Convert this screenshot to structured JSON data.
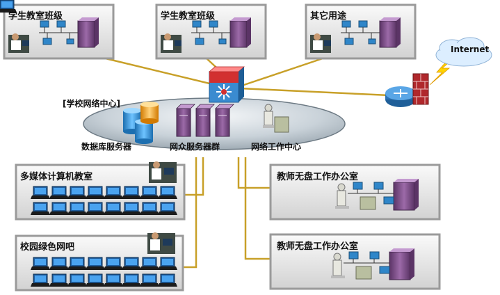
{
  "network_center_label": "[学校网络中心]",
  "nodes": {
    "classroom1": "学生教室班级",
    "classroom2": "学生教室班级",
    "other_use": "其它用途",
    "multimedia_lab": "多媒体计算机教室",
    "internet_cafe": "校园绿色网吧",
    "teacher_office1": "教师无盘工作办公室",
    "teacher_office2": "教师无盘工作办公室",
    "internet": "Internet"
  },
  "center": {
    "db_servers": "数据库服务器",
    "server_cluster": "网众服务器群",
    "workcenter": "网络工作中心"
  },
  "colors": {
    "link": "#c8a028",
    "panel_border": "#9a9a9a",
    "disk": "#b7c3cc",
    "server": "#7b4f86",
    "switch": "#cc2222",
    "firewall": "#b0282c",
    "router": "#2a72b5",
    "cloud": "#dceeff",
    "lightning": "#ffd400"
  }
}
